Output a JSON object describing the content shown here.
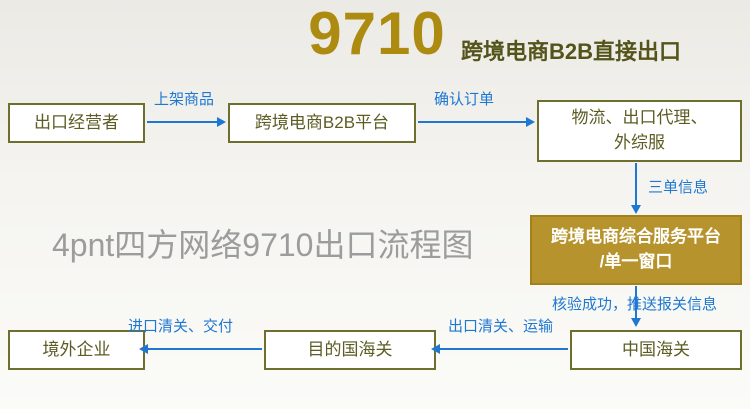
{
  "page": {
    "title_number": "9710",
    "title_subtitle": "跨境电商B2B直接出口",
    "watermark": "4pnt四方网络9710出口流程图"
  },
  "nodes": {
    "exporter": {
      "label": "出口经营者"
    },
    "b2b_platform": {
      "label": "跨境电商B2B平台"
    },
    "logistics": {
      "line1": "物流、出口代理、",
      "line2": "外综服"
    },
    "csp": {
      "line1": "跨境电商综合服务平台",
      "line2": "/单一窗口"
    },
    "china_customs": {
      "label": "中国海关"
    },
    "dest_customs": {
      "label": "目的国海关"
    },
    "overseas": {
      "label": "境外企业"
    }
  },
  "edges": {
    "list_product": "上架商品",
    "confirm_order": "确认订单",
    "three_docs": "三单信息",
    "verify_push": "核验成功，推送报关信息",
    "export_clearance": "出口清关、运输",
    "import_clearance": "进口清关、交付"
  },
  "colors": {
    "title_gold": "#ad8a10",
    "subtitle_olive": "#53531a",
    "node_border": "#6f6f2d",
    "node_text": "#5c5c24",
    "gold_box_bg": "#b6932c",
    "arrow_blue": "#1e78d2",
    "watermark_gray": "#9c9c9c"
  }
}
